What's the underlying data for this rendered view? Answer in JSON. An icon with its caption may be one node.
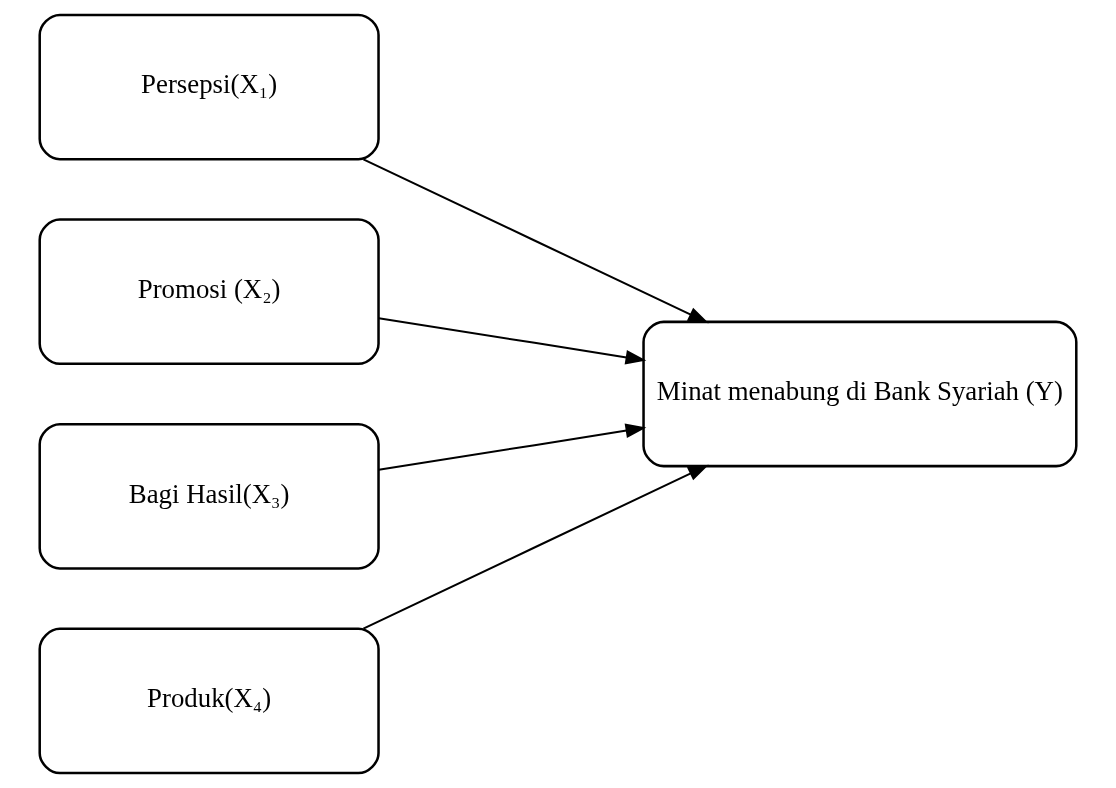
{
  "diagram": {
    "nodes": [
      {
        "text": [
          "Persepsi(X₁)"
        ]
      },
      {
        "text": [
          "Promosi (X₂)"
        ]
      },
      {
        "text": [
          "Bagi Hasil(X₃)"
        ]
      },
      {
        "text": [
          "Produk(X₄)"
        ]
      },
      {
        "text": [
          "Minat menabung di Bank Syariah (Y)"
        ]
      }
    ],
    "edges": [
      {
        "from": 0,
        "to": 4,
        "arrow": "to"
      },
      {
        "from": 1,
        "to": 4,
        "arrow": "to"
      },
      {
        "from": 2,
        "to": 4,
        "arrow": "to"
      },
      {
        "from": 3,
        "to": 4,
        "arrow": "to"
      }
    ]
  }
}
